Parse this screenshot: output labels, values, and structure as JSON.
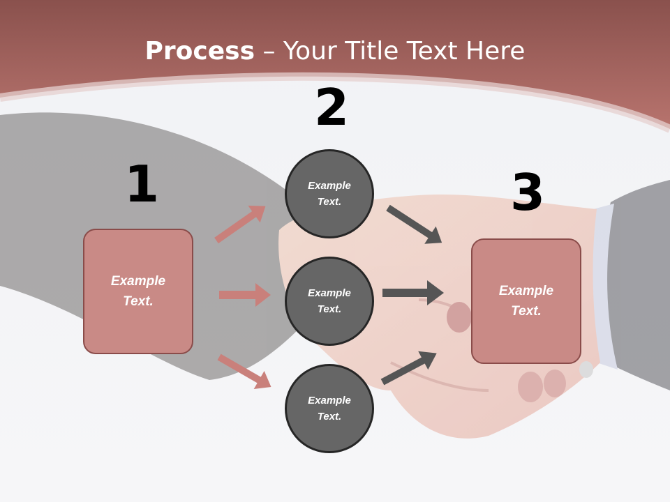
{
  "title": {
    "bold": "Process",
    "rest": " – Your Title Text Here"
  },
  "steps": {
    "one": "1",
    "two": "2",
    "three": "3"
  },
  "left_box": {
    "text": "Example\nText."
  },
  "right_box": {
    "text": "Example\nText."
  },
  "circles": [
    {
      "text": "Example\nText."
    },
    {
      "text": "Example\nText."
    },
    {
      "text": "Example\nText."
    }
  ],
  "colors": {
    "header": "#a65e58",
    "box_fill": "#c98a86",
    "circle_fill": "#666666",
    "pink_arrow": "#c9807b",
    "gray_arrow": "#555555"
  },
  "icons": {
    "background": "handshake-photo"
  }
}
